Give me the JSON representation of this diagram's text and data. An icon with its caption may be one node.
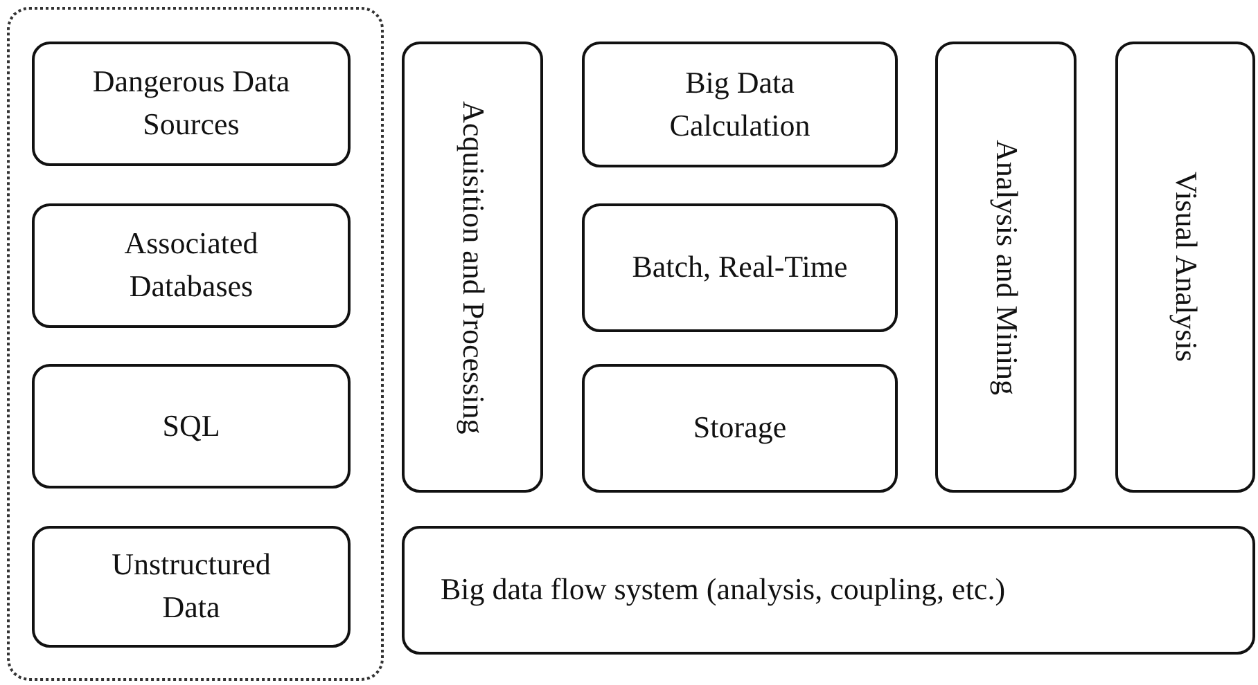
{
  "diagram": {
    "nodes": [
      {
        "text": [],
        "shape": "box"
      },
      {
        "text": [
          "Dangerous Data Sources"
        ],
        "in": 0
      },
      {
        "text": [
          "Associated Databases"
        ],
        "in": 0
      },
      {
        "text": [
          "SQL"
        ],
        "in": 0
      },
      {
        "text": [
          "Unstructured Data"
        ],
        "in": 0
      },
      {
        "text": [
          "Acquisition and Processing"
        ]
      },
      {
        "text": [
          "Big Data Calculation"
        ]
      },
      {
        "text": [
          "Batch, Real-Time"
        ]
      },
      {
        "text": [
          "Storage"
        ]
      },
      {
        "text": [
          "Analysis and Mining"
        ]
      },
      {
        "text": [
          "Visual Analysis"
        ]
      },
      {
        "text": [
          "Big data flow system (analysis, coupling, etc.)"
        ]
      }
    ]
  }
}
